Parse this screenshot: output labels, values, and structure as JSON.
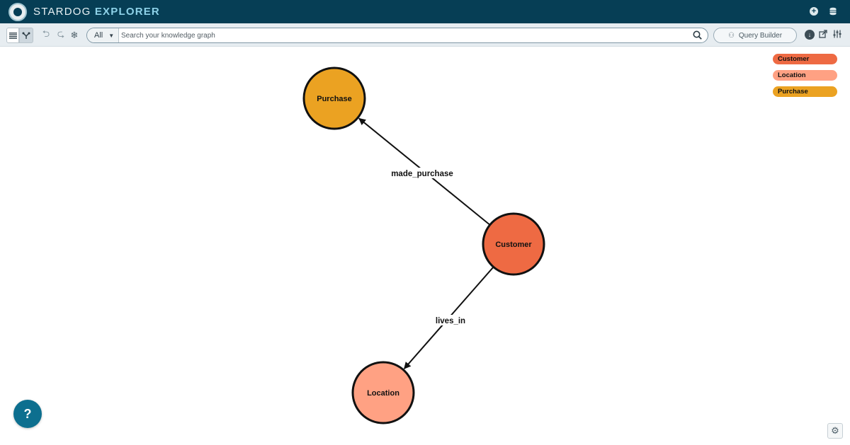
{
  "header": {
    "brand_light": "STARDOG",
    "brand_bold": "EXPLORER"
  },
  "toolbar": {
    "search_scope": "All",
    "search_placeholder": "Search your knowledge graph",
    "query_builder_label": "Query Builder"
  },
  "legend": [
    {
      "label": "Customer",
      "color": "#ee6a43"
    },
    {
      "label": "Location",
      "color": "#ffa183"
    },
    {
      "label": "Purchase",
      "color": "#eba222"
    }
  ],
  "graph": {
    "nodes": [
      {
        "id": "purchase",
        "label": "Purchase",
        "color": "#eba222"
      },
      {
        "id": "customer",
        "label": "Customer",
        "color": "#ee6a43"
      },
      {
        "id": "location",
        "label": "Location",
        "color": "#ffa183"
      }
    ],
    "edges": [
      {
        "id": "made_purchase",
        "from": "customer",
        "to": "purchase",
        "label": "made_purchase"
      },
      {
        "id": "lives_in",
        "from": "customer",
        "to": "location",
        "label": "lives_in"
      }
    ]
  },
  "icons": {
    "logo": "stardog-logo-icon",
    "add": "plus-circle-icon",
    "database": "database-icon",
    "list_view": "list-icon",
    "graph_view": "graph-icon",
    "undo": "undo-icon",
    "redo": "redo-icon",
    "freeze": "snowflake-icon",
    "search": "search-icon",
    "query_builder": "query-builder-icon",
    "download": "download-icon",
    "external": "external-link-icon",
    "adjust": "sliders-icon",
    "help": "help-chat-icon",
    "settings": "gear-icon"
  }
}
